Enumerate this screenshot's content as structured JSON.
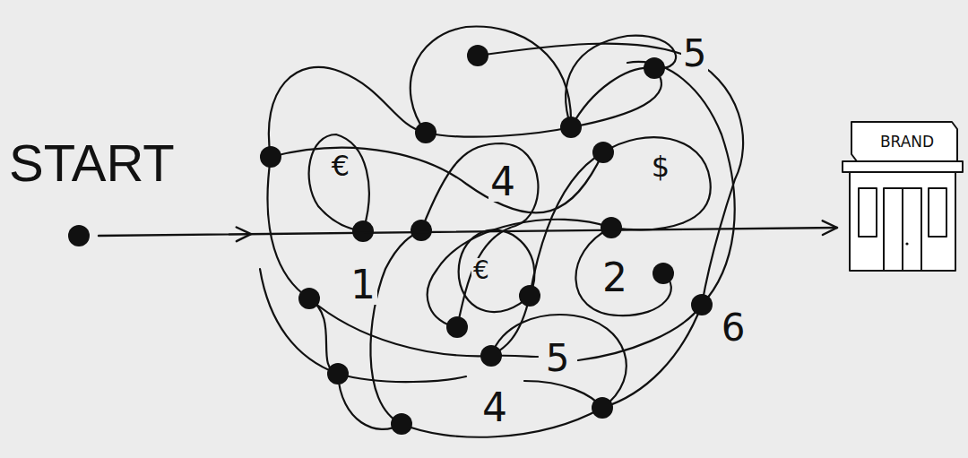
{
  "diagram": {
    "nodes": [
      {
        "text": [
          "START"
        ]
      },
      {
        "text": [
          "BRAND"
        ]
      }
    ],
    "edges": [
      {
        "from": 0,
        "to": 1,
        "arrow": "to"
      }
    ],
    "labels": [
      "€",
      "4",
      "$",
      "1",
      "€",
      "2",
      "5",
      "6",
      "5",
      "4"
    ]
  }
}
